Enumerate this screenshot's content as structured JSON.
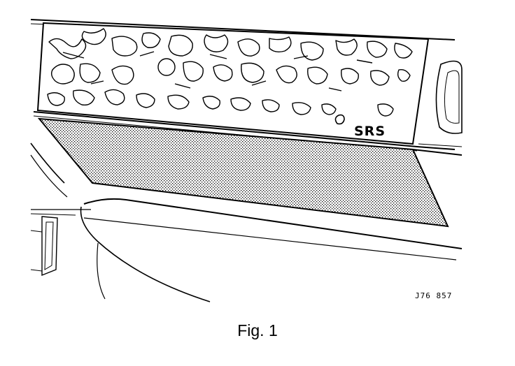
{
  "figure": {
    "badge_text": "SRS",
    "reference_code": "J76 857",
    "caption": "Fig. 1"
  },
  "icons": {
    "badge": "srs-airbag-badge-icon"
  }
}
